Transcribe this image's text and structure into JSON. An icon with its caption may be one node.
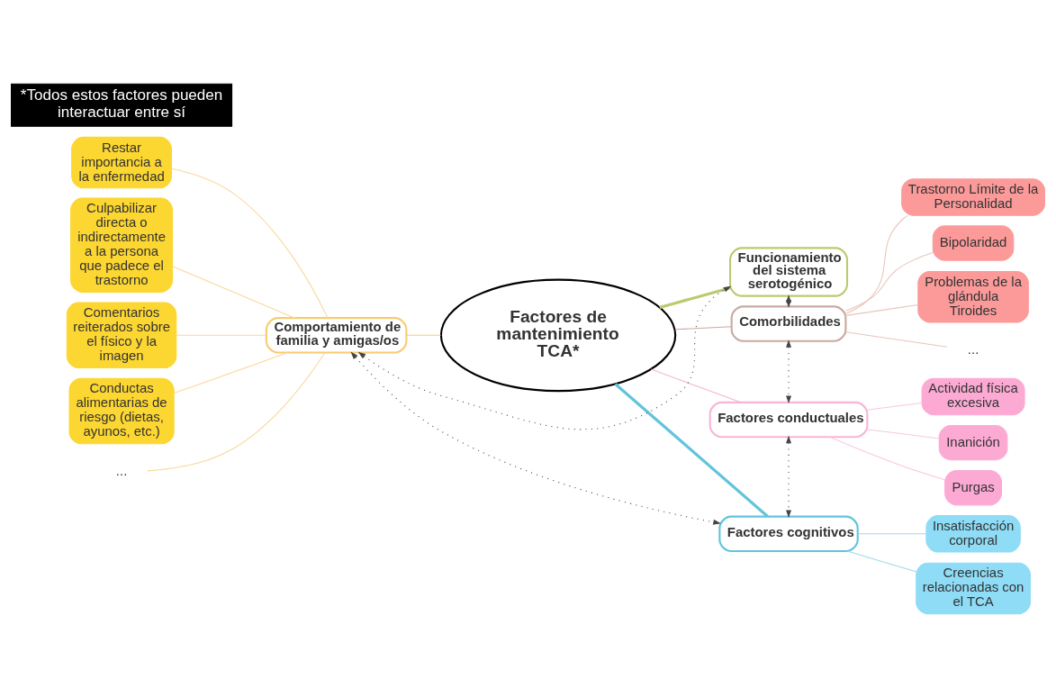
{
  "diagram": {
    "nodes": [
      {
        "text": [
          "Factores de mantenimiento TCA*"
        ]
      },
      {
        "text": [
          "Funcionamiento del sistema serotogénico"
        ]
      },
      {
        "text": [
          "Comorbilidades"
        ]
      },
      {
        "text": [
          "Trastorno Límite de la Personalidad"
        ]
      },
      {
        "text": [
          "Bipolaridad"
        ]
      },
      {
        "text": [
          "Problemas de la glándula Tiroides"
        ]
      },
      {
        "text": [
          "..."
        ]
      },
      {
        "text": [
          "Factores conductuales"
        ]
      },
      {
        "text": [
          "Actividad física excesiva"
        ]
      },
      {
        "text": [
          "Inanición"
        ]
      },
      {
        "text": [
          "Purgas"
        ]
      },
      {
        "text": [
          "Factores cognitivos"
        ]
      },
      {
        "text": [
          "Insatisfacción corporal"
        ]
      },
      {
        "text": [
          "Creencias relacionadas con el TCA"
        ]
      },
      {
        "text": [
          "Comportamiento de familia y amigas/os"
        ]
      },
      {
        "text": [
          "Restar importancia a la enfermedad"
        ]
      },
      {
        "text": [
          "Culpabilizar directa o indirectamente a la persona que padece el trastorno"
        ]
      },
      {
        "text": [
          "Comentarios reiterados sobre el físico y la imagen"
        ]
      },
      {
        "text": [
          "Conductas alimentarias de riesgo (dietas, ayunos, etc.)"
        ]
      },
      {
        "text": [
          "..."
        ]
      },
      {
        "text": [
          "*Todos estos factores pueden interactuar entre sí"
        ]
      }
    ],
    "edges": [
      {
        "from": 0,
        "to": 1,
        "arrow": "none",
        "style": "thick",
        "color": "#b8cc6e"
      },
      {
        "from": 0,
        "to": 2,
        "arrow": "none",
        "color": "#c9aaa0"
      },
      {
        "from": 2,
        "to": 3,
        "arrow": "none",
        "color": "#e8c4bc"
      },
      {
        "from": 2,
        "to": 4,
        "arrow": "none",
        "color": "#e8c4bc"
      },
      {
        "from": 2,
        "to": 5,
        "arrow": "none",
        "color": "#e8c4bc"
      },
      {
        "from": 2,
        "to": 6,
        "arrow": "none",
        "color": "#e8c4bc"
      },
      {
        "from": 0,
        "to": 7,
        "arrow": "none",
        "color": "#f8b5d5"
      },
      {
        "from": 7,
        "to": 8,
        "arrow": "none",
        "color": "#f8c8e0"
      },
      {
        "from": 7,
        "to": 9,
        "arrow": "none",
        "color": "#f8c8e0"
      },
      {
        "from": 7,
        "to": 10,
        "arrow": "none",
        "color": "#f8c8e0"
      },
      {
        "from": 0,
        "to": 11,
        "arrow": "none",
        "style": "thick",
        "color": "#62c4dc"
      },
      {
        "from": 11,
        "to": 12,
        "arrow": "none",
        "color": "#9ed8e8"
      },
      {
        "from": 11,
        "to": 13,
        "arrow": "none",
        "color": "#9ed8e8"
      },
      {
        "from": 0,
        "to": 14,
        "arrow": "none",
        "color": "#f8cc70"
      },
      {
        "from": 14,
        "to": 15,
        "arrow": "none",
        "color": "#f8d89a"
      },
      {
        "from": 14,
        "to": 16,
        "arrow": "none",
        "color": "#f8d89a"
      },
      {
        "from": 14,
        "to": 17,
        "arrow": "none",
        "color": "#f8d89a"
      },
      {
        "from": 14,
        "to": 18,
        "arrow": "none",
        "color": "#f8d89a"
      },
      {
        "from": 14,
        "to": 19,
        "arrow": "none",
        "color": "#f8d89a"
      },
      {
        "from": 14,
        "to": 1,
        "arrow": "both",
        "style": "dashed",
        "color": "#444444"
      },
      {
        "from": 1,
        "to": 2,
        "arrow": "both",
        "style": "dashed",
        "color": "#444444"
      },
      {
        "from": 2,
        "to": 7,
        "arrow": "both",
        "style": "dashed",
        "color": "#444444"
      },
      {
        "from": 7,
        "to": 11,
        "arrow": "both",
        "style": "dashed",
        "color": "#444444"
      },
      {
        "from": 14,
        "to": 11,
        "arrow": "both",
        "style": "dashed",
        "color": "#444444"
      }
    ]
  }
}
